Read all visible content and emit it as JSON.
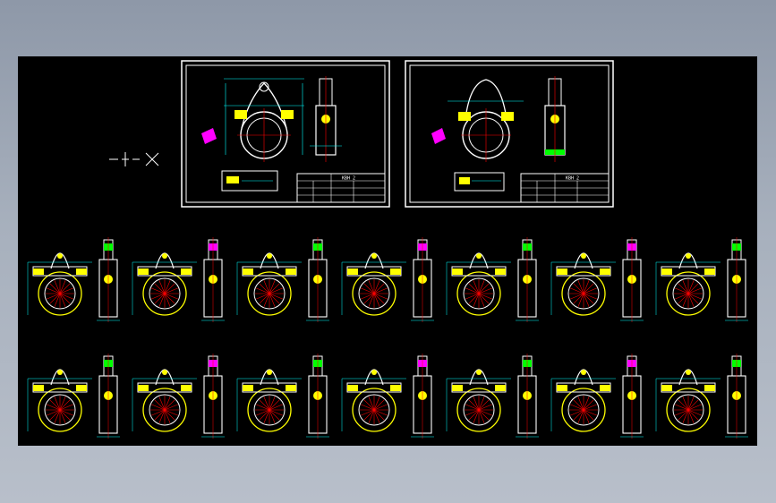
{
  "colors": {
    "background": "#000000",
    "frame": "#ffffff",
    "outline_primary": "#ffffff",
    "outline_accent": "#ffff00",
    "dimension": "#00ffff",
    "centerline": "#ff0000",
    "hatch": "#ff00ff",
    "fill_part": "#ffff00",
    "fill_alt": "#00ff00"
  },
  "drawing_sheets": [
    {
      "id": "sheet-1",
      "title_block": {
        "code": "KBH 2"
      }
    },
    {
      "id": "sheet-2",
      "title_block": {
        "code": "KBH 2"
      }
    }
  ],
  "parts_grid": {
    "rows": 2,
    "columns": 7
  },
  "symbol_group": {
    "icon": "cross-marks-icon"
  }
}
